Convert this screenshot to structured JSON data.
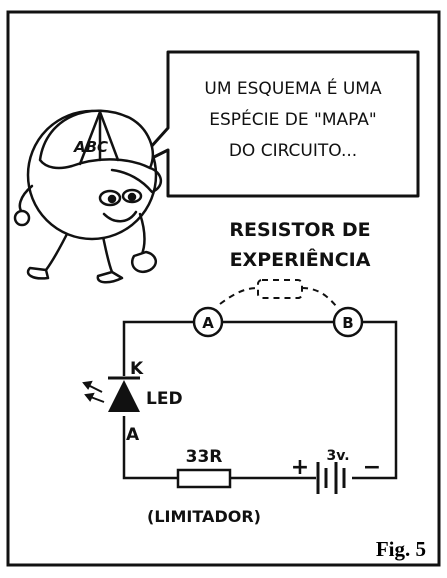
{
  "speech_bubble": {
    "line1": "UM ESQUEMA É UMA",
    "line2": "ESPÉCIE DE \"MAPA\"",
    "line3": "DO CIRCUITO..."
  },
  "cap_text": "ABC",
  "resistor_label": {
    "line1": "RESISTOR DE",
    "line2": "EXPERIÊNCIA"
  },
  "terminals": {
    "a": "A",
    "b": "B"
  },
  "led": {
    "label": "LED",
    "cathode": "K",
    "anode": "A"
  },
  "resistor": {
    "value": "33R",
    "note": "(LIMITADOR)"
  },
  "battery": {
    "voltage": "3v.",
    "plus": "+",
    "minus": "−"
  },
  "figure_label": "Fig. 5"
}
